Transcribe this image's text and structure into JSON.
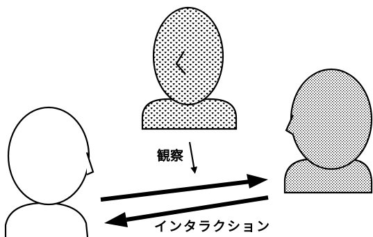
{
  "labels": {
    "observation": "観察",
    "interaction": "インタラクション"
  },
  "colors": {
    "stroke": "#000000",
    "background": "#ffffff",
    "dot": "#000000"
  },
  "figures": [
    {
      "id": "observer",
      "fill": "pattern-heart",
      "facing": "down"
    },
    {
      "id": "left-person",
      "fill": "white",
      "facing": "right"
    },
    {
      "id": "right-person",
      "fill": "pattern-dots",
      "facing": "left"
    }
  ]
}
